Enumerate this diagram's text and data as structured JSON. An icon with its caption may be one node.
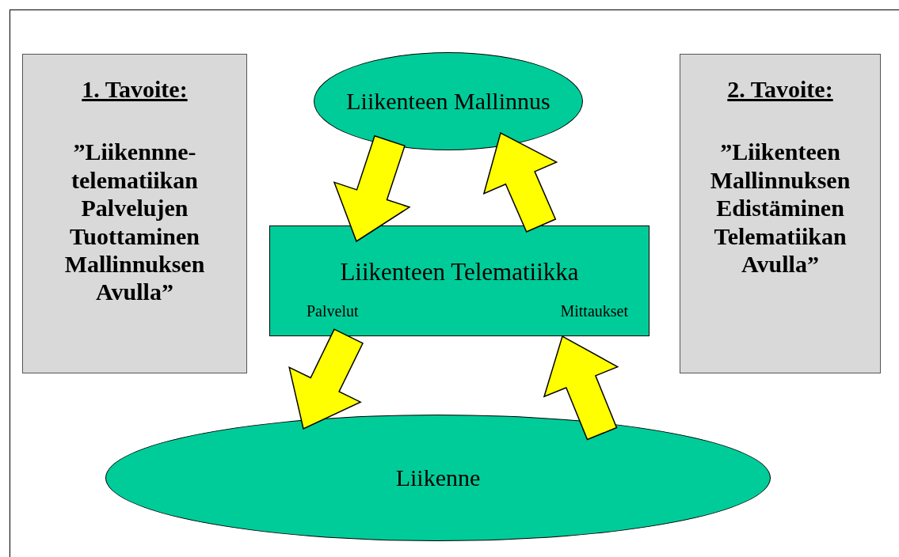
{
  "diagram": {
    "nodes": [
      {
        "text": [
          "1. Tavoite:",
          "”Liikennne- telematiikan Palvelujen Tuottaminen Mallinnuksen Avulla”"
        ]
      },
      {
        "text": [
          "Liikenteen Mallinnus"
        ]
      },
      {
        "text": [
          "2. Tavoite:",
          "”Liikenteen Mallinnuksen Edistäminen Telematiikan Avulla”"
        ]
      },
      {
        "text": [
          "Liikenteen Telematiikka",
          "Palvelut",
          "Mittaukset"
        ]
      },
      {
        "text": [
          "Liikenne"
        ]
      }
    ],
    "edges": [
      {
        "from": 1,
        "to": 3,
        "arrow": "to",
        "style": "thick",
        "color": "#ffff00"
      },
      {
        "from": 3,
        "to": 1,
        "arrow": "to",
        "style": "thick",
        "color": "#ffff00"
      },
      {
        "from": 3,
        "to": 4,
        "arrow": "to",
        "style": "thick",
        "color": "#ffff00"
      },
      {
        "from": 4,
        "to": 3,
        "arrow": "to",
        "style": "thick",
        "color": "#ffff00"
      }
    ]
  }
}
